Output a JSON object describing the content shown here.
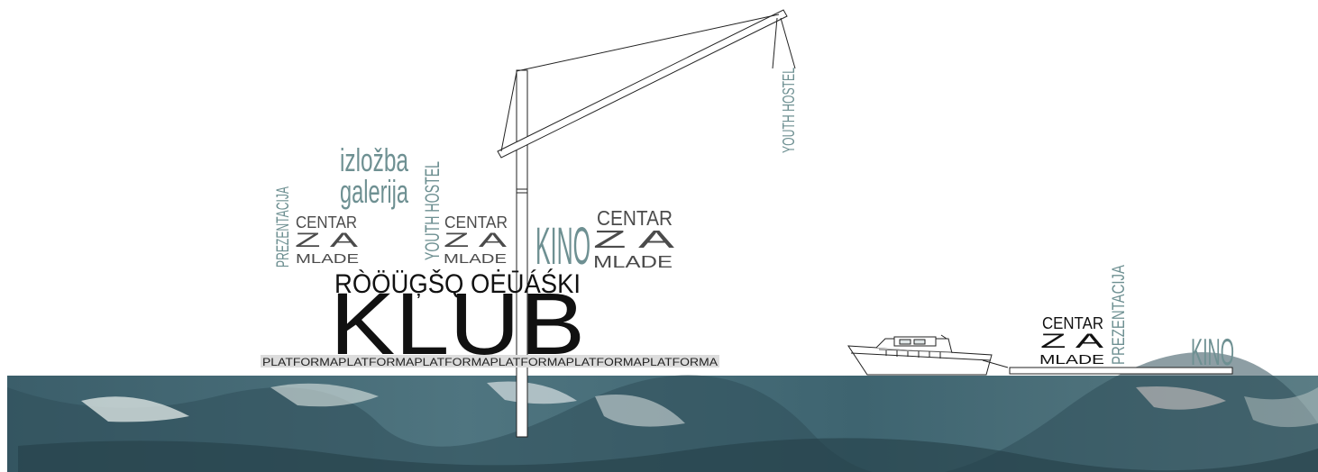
{
  "labels": {
    "izlozba": "izložba",
    "galerija": "galerija",
    "prezentacija": "PREZENTACIJA",
    "youth_hostel": "YOUTH HOSTEL",
    "centar": "CENTAR",
    "za": "Z A",
    "mlade": "MLADE",
    "kino": "KINO",
    "garbled_title": "RÒÖÜĢŠQ OĖŪÁŚKI",
    "klub": "KLUB",
    "platforma_strip": "PLATFORMAPLATFORMAPLATFORMAPLATFORMAPLATFORMAPLATFORMA"
  },
  "colors": {
    "teal": "#6e9092",
    "grey": "#4b4b4b",
    "black": "#111111",
    "water": "#3f6672"
  }
}
